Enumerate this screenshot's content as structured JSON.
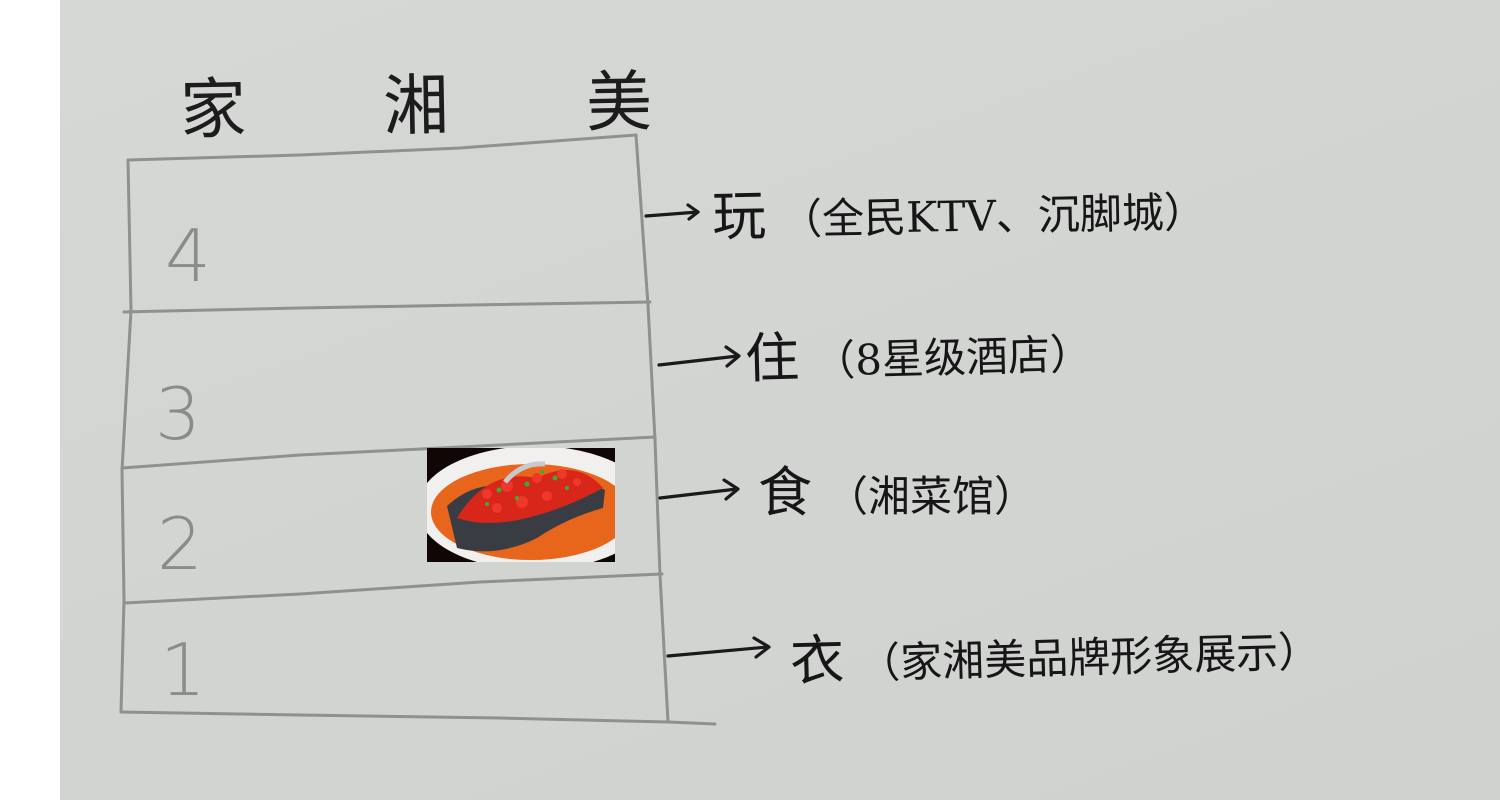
{
  "diagram": {
    "title": "家 湘 美",
    "floors": [
      {
        "number": "4",
        "function": "玩",
        "detail": "（全民KTV、沉脚城）"
      },
      {
        "number": "3",
        "function": "住",
        "detail": "（8星级酒店）"
      },
      {
        "number": "2",
        "function": "食",
        "detail": "（湘菜馆）",
        "image": "chopped-pepper-fish-head-dish"
      },
      {
        "number": "1",
        "function": "衣",
        "detail": "（家湘美品牌形象展示）"
      }
    ],
    "colors": {
      "paper": "#d4d6d4",
      "pencil": "#8c8e8c",
      "ink": "#161616",
      "dish_red": "#d8261a",
      "dish_oil": "#e8661c"
    }
  }
}
